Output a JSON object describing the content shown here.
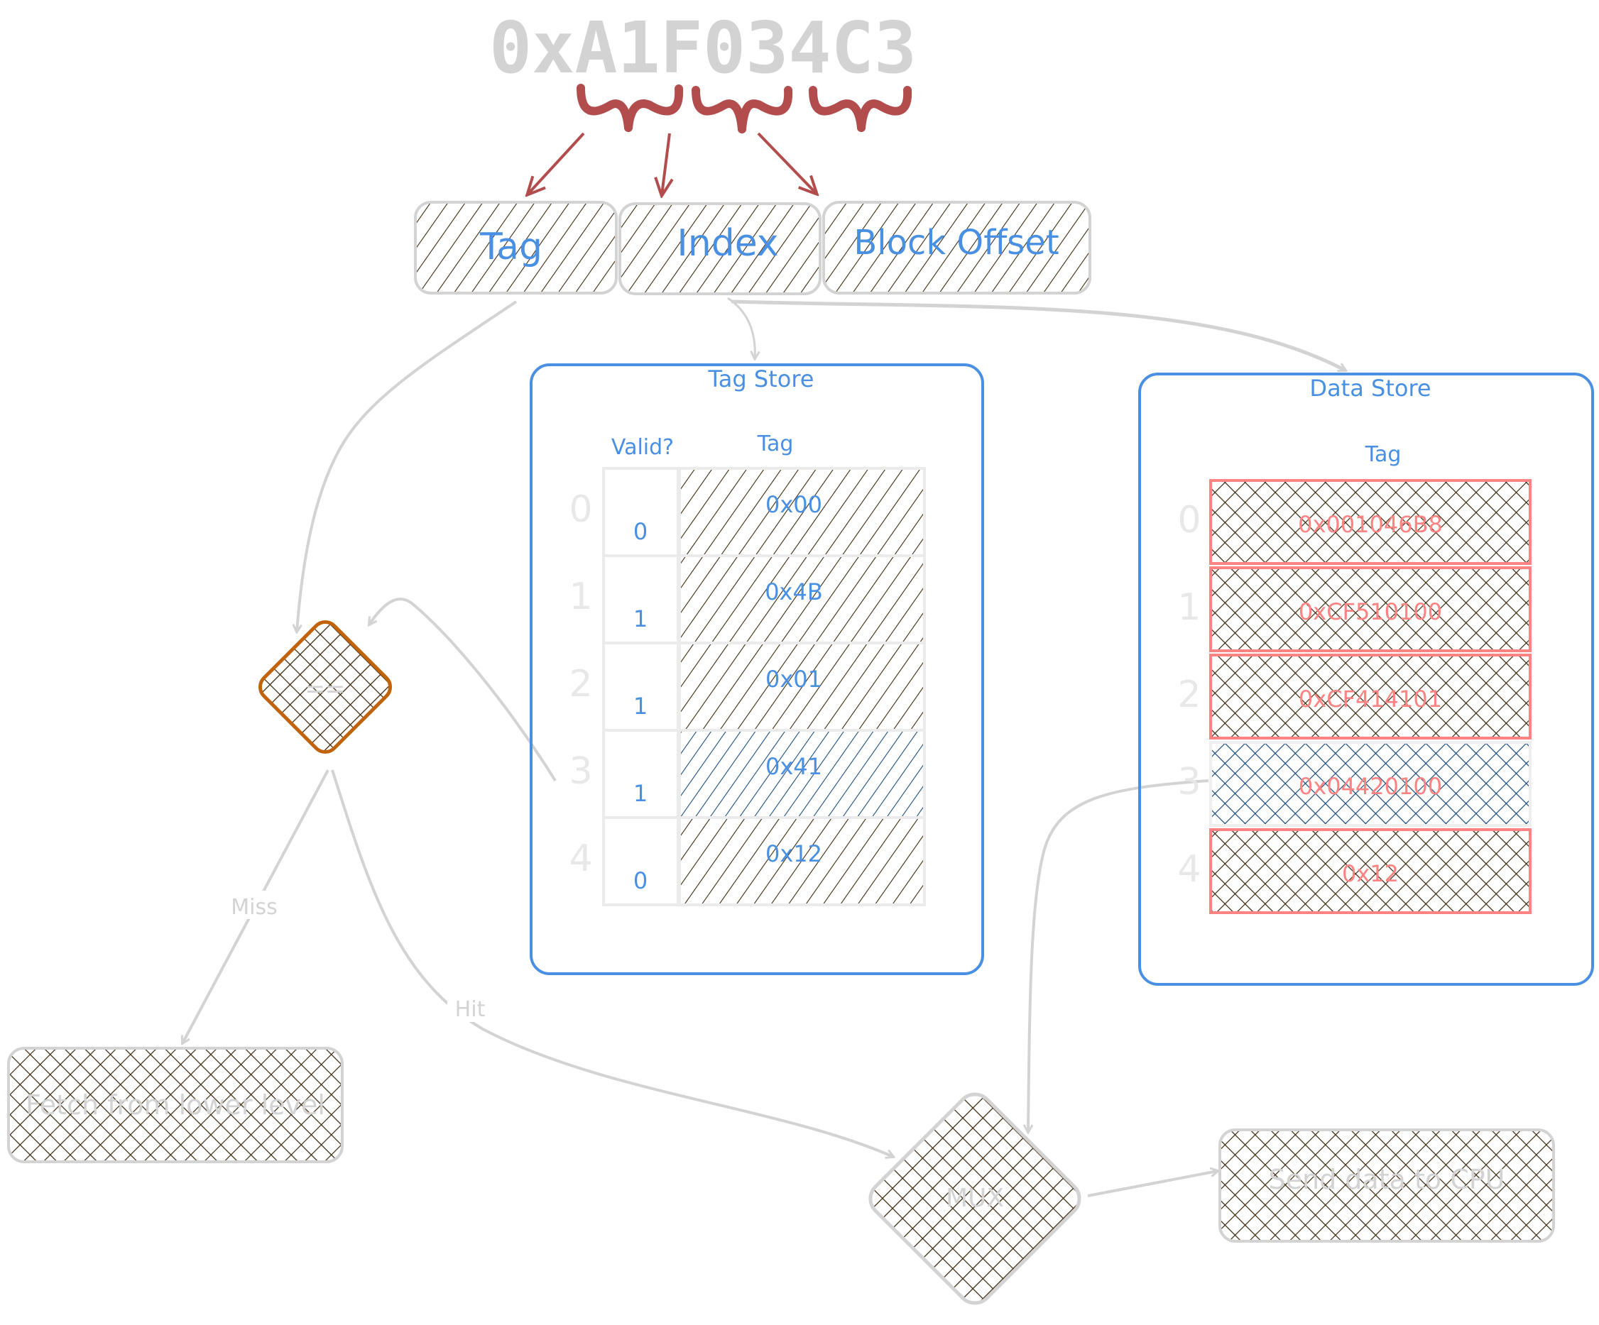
{
  "address": {
    "value": "0xA1F034C3"
  },
  "fields": [
    {
      "label": "Tag"
    },
    {
      "label": "Index"
    },
    {
      "label": "Block Offset"
    }
  ],
  "tag_store": {
    "title": "Tag Store",
    "col_valid": "Valid?",
    "col_tag": "Tag",
    "rows": [
      {
        "index": "0",
        "valid": "0",
        "tag": "0x00",
        "highlighted": false
      },
      {
        "index": "1",
        "valid": "1",
        "tag": "0x4B",
        "highlighted": false
      },
      {
        "index": "2",
        "valid": "1",
        "tag": "0x01",
        "highlighted": false
      },
      {
        "index": "3",
        "valid": "1",
        "tag": "0x41",
        "highlighted": true
      },
      {
        "index": "4",
        "valid": "0",
        "tag": "0x12",
        "highlighted": false
      }
    ]
  },
  "data_store": {
    "title": "Data Store",
    "col_tag": "Tag",
    "rows": [
      {
        "index": "0",
        "data": "0x001046B8",
        "highlighted": false
      },
      {
        "index": "1",
        "data": "0xCF510100",
        "highlighted": false
      },
      {
        "index": "2",
        "data": "0xCF414101",
        "highlighted": false
      },
      {
        "index": "3",
        "data": "0x04420100",
        "highlighted": true
      },
      {
        "index": "4",
        "data": "0x12",
        "highlighted": false
      }
    ]
  },
  "comparator": {
    "label": "=="
  },
  "mux": {
    "label": "MUX"
  },
  "miss_action": {
    "label": "Fetch from lower level"
  },
  "hit_action": {
    "label": "Send data to CPU"
  },
  "edges": {
    "miss_label": "Miss",
    "hit_label": "Hit"
  },
  "colors": {
    "accent_blue": "#4a90e2",
    "brace_red": "#b34d4d",
    "gray_stroke": "#d3d3d3",
    "hatch_dark": "#3b2a0f",
    "hatch_blue": "#1e4d7a",
    "pink_border": "#ff8383",
    "comparator_orange": "#c0630a"
  }
}
